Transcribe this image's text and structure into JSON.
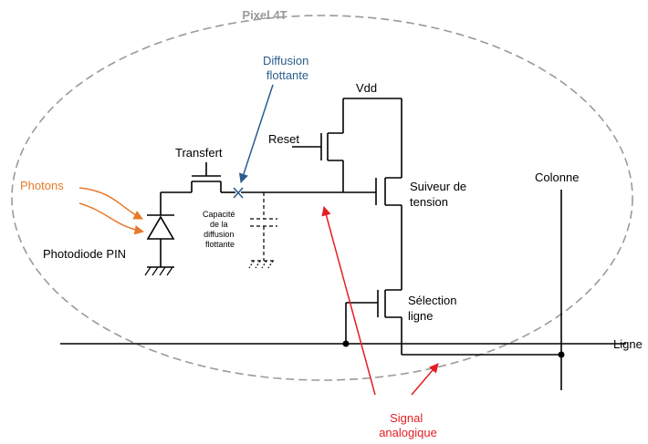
{
  "title": "Pixel 4T",
  "labels": {
    "diffusion": [
      "Diffusion",
      "flottante"
    ],
    "vdd": "Vdd",
    "reset": "Reset",
    "transfert": "Transfert",
    "photons": "Photons",
    "capacite": [
      "Capacité",
      "de la",
      "diffusion",
      "flottante"
    ],
    "photodiode": "Photodiode PIN",
    "suiveur": [
      "Suiveur de",
      "tension"
    ],
    "colonne": "Colonne",
    "selection": [
      "Sélection",
      "ligne"
    ],
    "ligne": "Ligne",
    "signal": [
      "Signal",
      "analogique"
    ]
  },
  "colors": {
    "title": "#9a9a9a",
    "ellipse": "#9a9a9a",
    "diffusion": "#2b5d8c",
    "photons": "#e8782a",
    "signal": "#e31e24",
    "wire": "#000000"
  }
}
